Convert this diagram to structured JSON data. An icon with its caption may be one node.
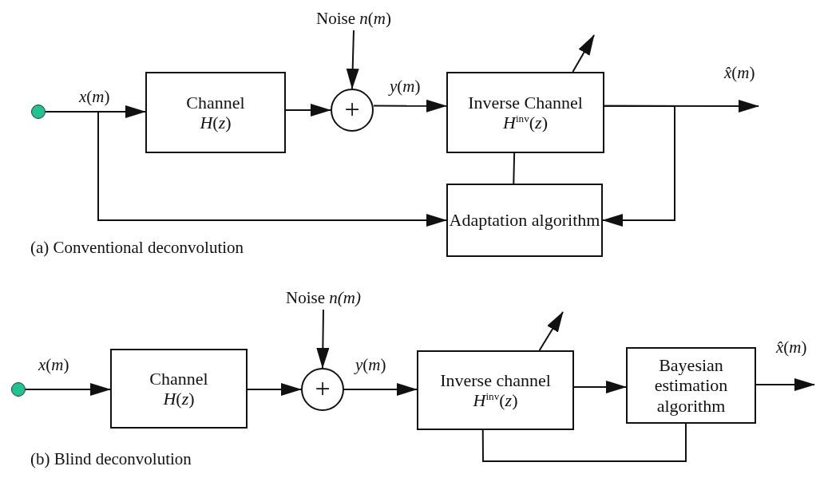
{
  "diagram": {
    "nodes": [
      {
        "text": [],
        "shape": "circle"
      },
      {
        "text": [
          "Channel",
          "*H*(*z*)"
        ]
      },
      {
        "text": [
          "+"
        ]
      },
      {
        "text": [
          "Noise *n*(*m*)"
        ]
      },
      {
        "text": [
          "Inverse Channel",
          "*H*$^{inv}$(*z*)"
        ]
      },
      {
        "text": [
          "Adaptation algorithm"
        ]
      },
      {
        "text": [],
        "shape": "circle"
      },
      {
        "text": [
          "Channel",
          "*H*(*z*)"
        ]
      },
      {
        "text": [
          "+"
        ]
      },
      {
        "text": [
          "Noise *n(m)*"
        ]
      },
      {
        "text": [
          "Inverse channel",
          "*H*$^{inv}$(*z*)"
        ]
      },
      {
        "text": [
          "Bayesian estimation algorithm"
        ]
      }
    ],
    "edges": [
      {
        "from": 0,
        "to": 1,
        "arrow": "to",
        "label": "*x*(*m*)"
      },
      {
        "from": 0,
        "to": 5,
        "arrow": "to"
      },
      {
        "from": 1,
        "to": 2,
        "arrow": "to"
      },
      {
        "from": 3,
        "to": 2,
        "arrow": "to"
      },
      {
        "from": 2,
        "to": 4,
        "arrow": "to",
        "label": "*y*(*m*)"
      },
      {
        "from": 4,
        "to": null,
        "arrow": "to",
        "label": "*x̂*(*m*)"
      },
      {
        "from": 4,
        "to": 5,
        "arrow": "to"
      },
      {
        "from": 5,
        "to": 4,
        "arrow": "none"
      },
      {
        "from": 4,
        "to": null,
        "arrow": "to"
      },
      {
        "from": 6,
        "to": 7,
        "arrow": "to",
        "label": "*x*(*m*)"
      },
      {
        "from": 7,
        "to": 8,
        "arrow": "to"
      },
      {
        "from": 9,
        "to": 8,
        "arrow": "to"
      },
      {
        "from": 8,
        "to": 10,
        "arrow": "to",
        "label": "*y*(*m*)"
      },
      {
        "from": 10,
        "to": 11,
        "arrow": "to"
      },
      {
        "from": 11,
        "to": null,
        "arrow": "to",
        "label": "*x̂*(*m*)"
      },
      {
        "from": 11,
        "to": 10,
        "arrow": "none"
      },
      {
        "from": 10,
        "to": null,
        "arrow": "to"
      }
    ],
    "labels": [
      "(a) Conventional deconvolution",
      "(b) Blind deconvolution"
    ]
  }
}
